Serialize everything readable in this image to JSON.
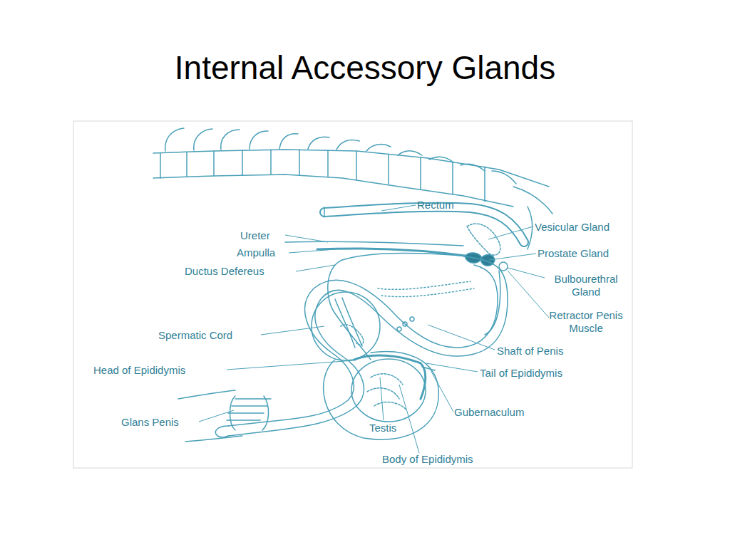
{
  "diagram": {
    "title": "Internal Accessory Glands",
    "labels": [
      "Rectum",
      "Vesicular Gland",
      "Ureter",
      "Ampulla",
      "Prostate Gland",
      "Ductus Defereus",
      "Bulbourethral Gland",
      "Retractor Penis Muscle",
      "Spermatic Cord",
      "Shaft of Penis",
      "Head of Epididymis",
      "Tail of Epididymis",
      "Gubernaculum",
      "Glans Penis",
      "Testis",
      "Body of Epididymis"
    ]
  }
}
